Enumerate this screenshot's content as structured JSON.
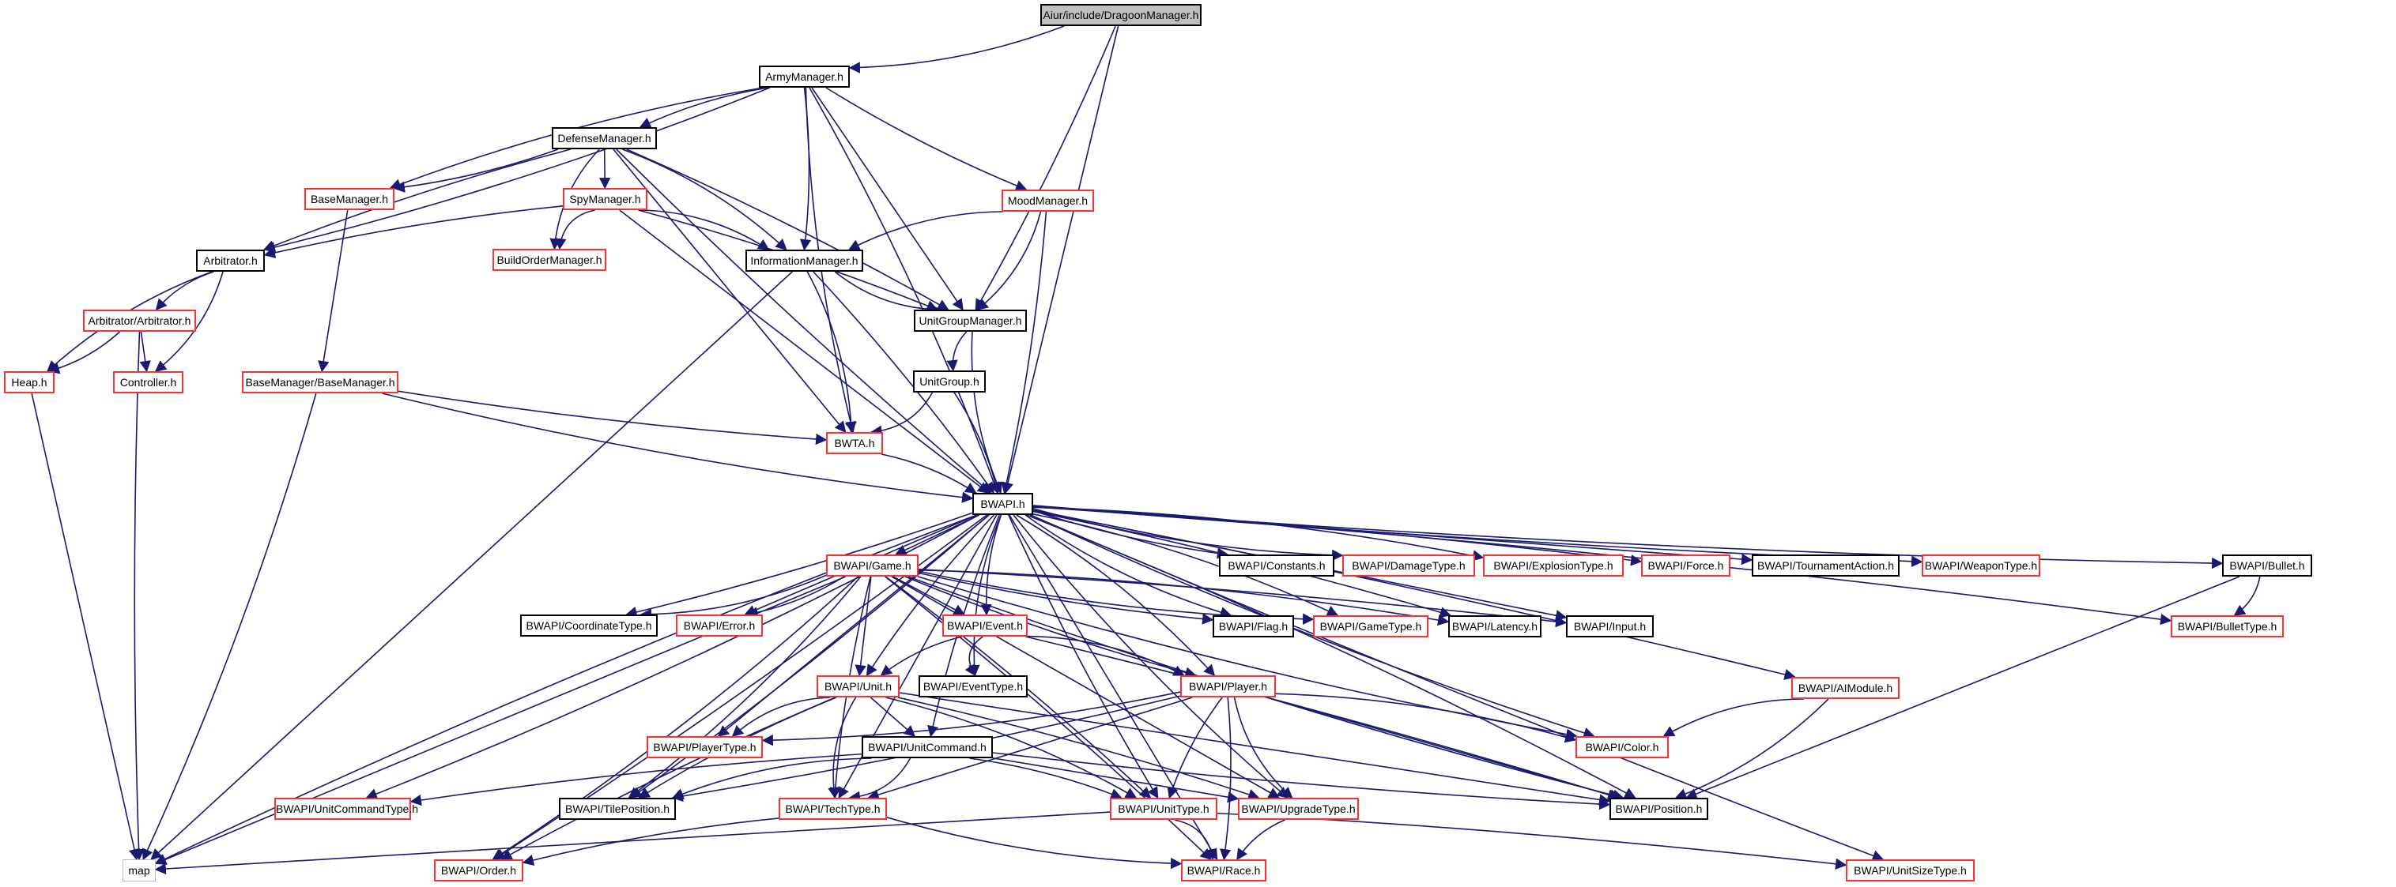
{
  "title": "Aiur/include/DragoonManager.h include dependency graph",
  "colors": {
    "edge": "#191970",
    "documented_border": "#000000",
    "undocumented_border": "#ff0000",
    "root_fill": "#bfbfbf",
    "external_border": "#bfbfbf"
  },
  "nodes": [
    {
      "id": "root",
      "label": "Aiur/include/DragoonManager.h",
      "kind": "root"
    },
    {
      "id": "army",
      "label": "ArmyManager.h",
      "kind": "black"
    },
    {
      "id": "defense",
      "label": "DefenseManager.h",
      "kind": "black"
    },
    {
      "id": "mood",
      "label": "MoodManager.h",
      "kind": "red"
    },
    {
      "id": "basemgr",
      "label": "BaseManager.h",
      "kind": "red"
    },
    {
      "id": "spy",
      "label": "SpyManager.h",
      "kind": "red"
    },
    {
      "id": "arbitrator",
      "label": "Arbitrator.h",
      "kind": "black"
    },
    {
      "id": "buildorder",
      "label": "BuildOrderManager.h",
      "kind": "red"
    },
    {
      "id": "info",
      "label": "InformationManager.h",
      "kind": "black"
    },
    {
      "id": "arbarb",
      "label": "Arbitrator/Arbitrator.h",
      "kind": "red"
    },
    {
      "id": "ugm",
      "label": "UnitGroupManager.h",
      "kind": "black"
    },
    {
      "id": "heap",
      "label": "Heap.h",
      "kind": "red"
    },
    {
      "id": "controller",
      "label": "Controller.h",
      "kind": "red"
    },
    {
      "id": "bmbm",
      "label": "BaseManager/BaseManager.h",
      "kind": "red"
    },
    {
      "id": "unitgroup",
      "label": "UnitGroup.h",
      "kind": "black"
    },
    {
      "id": "bwta",
      "label": "BWTA.h",
      "kind": "red"
    },
    {
      "id": "bwapi",
      "label": "BWAPI.h",
      "kind": "black"
    },
    {
      "id": "game",
      "label": "BWAPI/Game.h",
      "kind": "red"
    },
    {
      "id": "constants",
      "label": "BWAPI/Constants.h",
      "kind": "black"
    },
    {
      "id": "damagetype",
      "label": "BWAPI/DamageType.h",
      "kind": "red"
    },
    {
      "id": "explosiontype",
      "label": "BWAPI/ExplosionType.h",
      "kind": "red"
    },
    {
      "id": "force",
      "label": "BWAPI/Force.h",
      "kind": "red"
    },
    {
      "id": "tournament",
      "label": "BWAPI/TournamentAction.h",
      "kind": "black"
    },
    {
      "id": "weapontype",
      "label": "BWAPI/WeaponType.h",
      "kind": "red"
    },
    {
      "id": "bullet",
      "label": "BWAPI/Bullet.h",
      "kind": "black"
    },
    {
      "id": "coordtype",
      "label": "BWAPI/CoordinateType.h",
      "kind": "black"
    },
    {
      "id": "error",
      "label": "BWAPI/Error.h",
      "kind": "red"
    },
    {
      "id": "event",
      "label": "BWAPI/Event.h",
      "kind": "red"
    },
    {
      "id": "flag",
      "label": "BWAPI/Flag.h",
      "kind": "black"
    },
    {
      "id": "gametype",
      "label": "BWAPI/GameType.h",
      "kind": "red"
    },
    {
      "id": "latency",
      "label": "BWAPI/Latency.h",
      "kind": "black"
    },
    {
      "id": "input",
      "label": "BWAPI/Input.h",
      "kind": "black"
    },
    {
      "id": "bullettype",
      "label": "BWAPI/BulletType.h",
      "kind": "red"
    },
    {
      "id": "unit",
      "label": "BWAPI/Unit.h",
      "kind": "red"
    },
    {
      "id": "eventtype",
      "label": "BWAPI/EventType.h",
      "kind": "black"
    },
    {
      "id": "player",
      "label": "BWAPI/Player.h",
      "kind": "red"
    },
    {
      "id": "aimodule",
      "label": "BWAPI/AIModule.h",
      "kind": "red"
    },
    {
      "id": "playertype",
      "label": "BWAPI/PlayerType.h",
      "kind": "red"
    },
    {
      "id": "unitcommand",
      "label": "BWAPI/UnitCommand.h",
      "kind": "black"
    },
    {
      "id": "color",
      "label": "BWAPI/Color.h",
      "kind": "red"
    },
    {
      "id": "uctype",
      "label": "BWAPI/UnitCommandType.h",
      "kind": "red"
    },
    {
      "id": "tilepos",
      "label": "BWAPI/TilePosition.h",
      "kind": "black"
    },
    {
      "id": "techtype",
      "label": "BWAPI/TechType.h",
      "kind": "red"
    },
    {
      "id": "unittype",
      "label": "BWAPI/UnitType.h",
      "kind": "red"
    },
    {
      "id": "upgradetype",
      "label": "BWAPI/UpgradeType.h",
      "kind": "red"
    },
    {
      "id": "position",
      "label": "BWAPI/Position.h",
      "kind": "black"
    },
    {
      "id": "map",
      "label": "map",
      "kind": "gray"
    },
    {
      "id": "order",
      "label": "BWAPI/Order.h",
      "kind": "red"
    },
    {
      "id": "race",
      "label": "BWAPI/Race.h",
      "kind": "red"
    },
    {
      "id": "unitsizetype",
      "label": "BWAPI/UnitSizeType.h",
      "kind": "red"
    }
  ],
  "edges": [
    [
      "root",
      "army"
    ],
    [
      "root",
      "ugm"
    ],
    [
      "root",
      "bwapi"
    ],
    [
      "army",
      "defense"
    ],
    [
      "army",
      "basemgr"
    ],
    [
      "army",
      "arbitrator"
    ],
    [
      "army",
      "info"
    ],
    [
      "army",
      "ugm"
    ],
    [
      "army",
      "mood"
    ],
    [
      "army",
      "bwta"
    ],
    [
      "army",
      "bwapi"
    ],
    [
      "defense",
      "basemgr"
    ],
    [
      "defense",
      "spy"
    ],
    [
      "defense",
      "arbitrator"
    ],
    [
      "defense",
      "buildorder"
    ],
    [
      "defense",
      "info"
    ],
    [
      "defense",
      "ugm"
    ],
    [
      "defense",
      "bwta"
    ],
    [
      "defense",
      "bwapi"
    ],
    [
      "mood",
      "info"
    ],
    [
      "mood",
      "ugm"
    ],
    [
      "mood",
      "bwapi"
    ],
    [
      "basemgr",
      "bmbm"
    ],
    [
      "spy",
      "arbitrator"
    ],
    [
      "spy",
      "buildorder"
    ],
    [
      "spy",
      "info"
    ],
    [
      "spy",
      "ugm"
    ],
    [
      "spy",
      "bwapi"
    ],
    [
      "arbitrator",
      "arbarb"
    ],
    [
      "arbitrator",
      "heap"
    ],
    [
      "arbitrator",
      "controller"
    ],
    [
      "arbarb",
      "heap"
    ],
    [
      "arbarb",
      "controller"
    ],
    [
      "arbarb",
      "map"
    ],
    [
      "info",
      "ugm"
    ],
    [
      "info",
      "bwta"
    ],
    [
      "info",
      "bwapi"
    ],
    [
      "info",
      "map"
    ],
    [
      "ugm",
      "unitgroup"
    ],
    [
      "ugm",
      "bwapi"
    ],
    [
      "unitgroup",
      "bwta"
    ],
    [
      "unitgroup",
      "bwapi"
    ],
    [
      "heap",
      "map"
    ],
    [
      "bmbm",
      "bwta"
    ],
    [
      "bmbm",
      "bwapi"
    ],
    [
      "bmbm",
      "map"
    ],
    [
      "bwta",
      "bwapi"
    ],
    [
      "bwapi",
      "game"
    ],
    [
      "bwapi",
      "constants"
    ],
    [
      "bwapi",
      "damagetype"
    ],
    [
      "bwapi",
      "explosiontype"
    ],
    [
      "bwapi",
      "force"
    ],
    [
      "bwapi",
      "tournament"
    ],
    [
      "bwapi",
      "weapontype"
    ],
    [
      "bwapi",
      "bullet"
    ],
    [
      "bwapi",
      "bullettype"
    ],
    [
      "bwapi",
      "coordtype"
    ],
    [
      "bwapi",
      "error"
    ],
    [
      "bwapi",
      "event"
    ],
    [
      "bwapi",
      "flag"
    ],
    [
      "bwapi",
      "gametype"
    ],
    [
      "bwapi",
      "latency"
    ],
    [
      "bwapi",
      "input"
    ],
    [
      "bwapi",
      "unit"
    ],
    [
      "bwapi",
      "eventtype"
    ],
    [
      "bwapi",
      "player"
    ],
    [
      "bwapi",
      "aimodule"
    ],
    [
      "bwapi",
      "playertype"
    ],
    [
      "bwapi",
      "unitcommand"
    ],
    [
      "bwapi",
      "color"
    ],
    [
      "bwapi",
      "uctype"
    ],
    [
      "bwapi",
      "tilepos"
    ],
    [
      "bwapi",
      "techtype"
    ],
    [
      "bwapi",
      "unittype"
    ],
    [
      "bwapi",
      "upgradetype"
    ],
    [
      "bwapi",
      "position"
    ],
    [
      "bwapi",
      "order"
    ],
    [
      "bwapi",
      "race"
    ],
    [
      "bwapi",
      "unitsizetype"
    ],
    [
      "bwapi",
      "map"
    ],
    [
      "game",
      "coordtype"
    ],
    [
      "game",
      "error"
    ],
    [
      "game",
      "event"
    ],
    [
      "game",
      "flag"
    ],
    [
      "game",
      "gametype"
    ],
    [
      "game",
      "latency"
    ],
    [
      "game",
      "input"
    ],
    [
      "game",
      "unit"
    ],
    [
      "game",
      "player"
    ],
    [
      "game",
      "color"
    ],
    [
      "game",
      "tilepos"
    ],
    [
      "game",
      "unittype"
    ],
    [
      "game",
      "upgradetype"
    ],
    [
      "game",
      "techtype"
    ],
    [
      "game",
      "position"
    ],
    [
      "game",
      "order"
    ],
    [
      "game",
      "race"
    ],
    [
      "game",
      "map"
    ],
    [
      "event",
      "unit"
    ],
    [
      "event",
      "eventtype"
    ],
    [
      "event",
      "player"
    ],
    [
      "event",
      "position"
    ],
    [
      "unit",
      "unitcommand"
    ],
    [
      "unit",
      "tilepos"
    ],
    [
      "unit",
      "techtype"
    ],
    [
      "unit",
      "unittype"
    ],
    [
      "unit",
      "upgradetype"
    ],
    [
      "unit",
      "position"
    ],
    [
      "unit",
      "order"
    ],
    [
      "unit",
      "playertype"
    ],
    [
      "player",
      "playertype"
    ],
    [
      "player",
      "tilepos"
    ],
    [
      "player",
      "techtype"
    ],
    [
      "player",
      "unittype"
    ],
    [
      "player",
      "upgradetype"
    ],
    [
      "player",
      "color"
    ],
    [
      "player",
      "race"
    ],
    [
      "player",
      "position"
    ],
    [
      "unitcommand",
      "uctype"
    ],
    [
      "unitcommand",
      "tilepos"
    ],
    [
      "unitcommand",
      "techtype"
    ],
    [
      "unitcommand",
      "unittype"
    ],
    [
      "unitcommand",
      "upgradetype"
    ],
    [
      "unitcommand",
      "position"
    ],
    [
      "aimodule",
      "color"
    ],
    [
      "aimodule",
      "position"
    ],
    [
      "bullet",
      "bullettype"
    ],
    [
      "bullet",
      "position"
    ],
    [
      "techtype",
      "order"
    ],
    [
      "techtype",
      "race"
    ],
    [
      "unittype",
      "race"
    ],
    [
      "unittype",
      "unitsizetype"
    ],
    [
      "unittype",
      "map"
    ],
    [
      "upgradetype",
      "race"
    ]
  ]
}
